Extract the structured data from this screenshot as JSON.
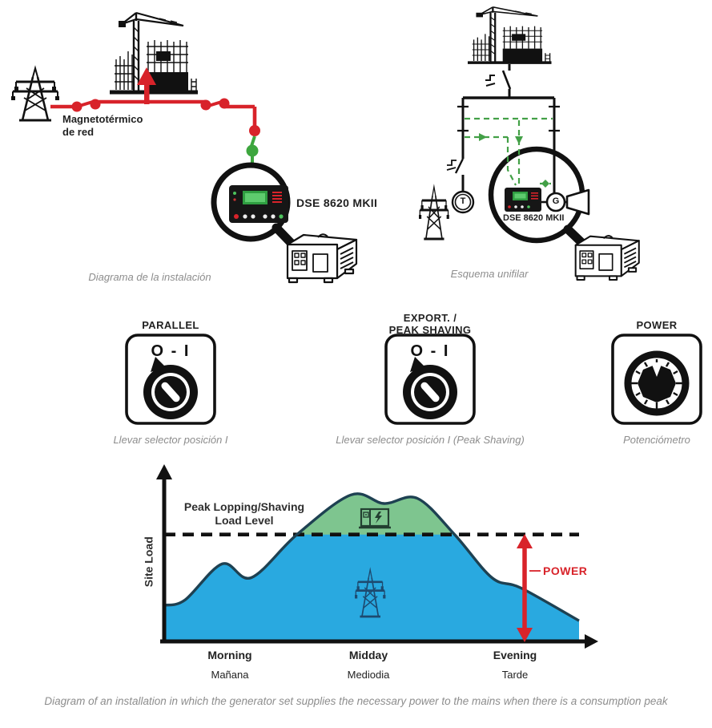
{
  "installation_diagram": {
    "caption": "Diagrama de la instalación",
    "breaker_label": "Magnetotérmico\nde red",
    "controller_label": "DSE 8620 MKII"
  },
  "single_line_diagram": {
    "caption": "Esquema unifilar",
    "controller_label": "DSE 8620 MKII",
    "transformer_symbol": "T",
    "generator_symbol": "G"
  },
  "selectors": [
    {
      "title": "PARALLEL",
      "switch_label": "O - I",
      "caption": "Llevar selector posición I"
    },
    {
      "title": "EXPORT. /\nPEAK SHAVING",
      "switch_label": "O - I",
      "caption": "Llevar selector posición I (Peak Shaving)"
    },
    {
      "title": "POWER",
      "caption": "Potenciómetro"
    }
  ],
  "chart_data": {
    "type": "area",
    "title": "",
    "ylabel": "Site Load",
    "xlabel": "",
    "grid": false,
    "ylim": [
      0,
      1
    ],
    "x_axis": {
      "categories_en": [
        "Morning",
        "Midday",
        "Evening"
      ],
      "categories_es": [
        "Mañana",
        "Mediodia",
        "Tarde"
      ]
    },
    "threshold": {
      "label": "Peak Lopping/Shaving\nLoad Level",
      "value": 0.62
    },
    "annotation": {
      "label": "POWER",
      "color": "#D8232A"
    },
    "series": [
      {
        "name": "Site Load",
        "x": [
          0,
          0.05,
          0.14,
          0.21,
          0.32,
          0.45,
          0.53,
          0.61,
          0.7,
          0.79,
          0.86,
          1.0
        ],
        "y": [
          0.21,
          0.24,
          0.45,
          0.37,
          0.62,
          0.85,
          0.8,
          0.83,
          0.62,
          0.37,
          0.31,
          0.12
        ]
      }
    ],
    "colors": {
      "below_threshold": "#29A9E0",
      "above_threshold": "#7EC58F",
      "threshold_line": "#111111",
      "curve": "#1E4152",
      "axis": "#111111"
    }
  },
  "footer_caption": "Diagram of an installation in which the generator set supplies the necessary power to the mains when there is a consumption peak"
}
